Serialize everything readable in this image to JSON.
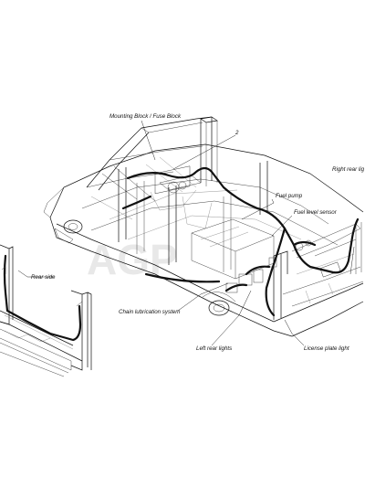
{
  "labels": {
    "mounting_block": "Mounting Block / Fuse Block",
    "ref_number": "2",
    "right_rear": "Right rear lig",
    "fuel_pump": "Fuel pump",
    "fuel_level": "Fuel level sensor",
    "rear_side": "Rear side",
    "chain_lube": "Chain lubrication system",
    "left_rear": "Left rear lights",
    "license_plate": "License plate light"
  },
  "watermark": "AGP"
}
